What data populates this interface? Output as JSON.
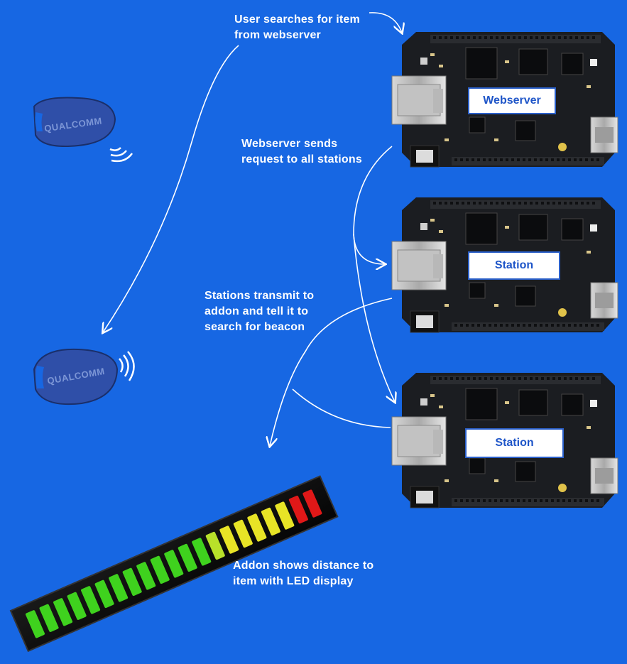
{
  "captions": {
    "step1_line1": "User searches for item",
    "step1_line2": "from webserver",
    "step2_line1": "Webserver sends",
    "step2_line2": "request to all stations",
    "step3_line1": "Stations transmit to",
    "step3_line2": "addon and tell it to",
    "step3_line3": "search for beacon",
    "step4_line1": "Addon shows distance to",
    "step4_line2": "item with LED display"
  },
  "boards": {
    "webserver": "Webserver",
    "station_1": "Station",
    "station_2": "Station"
  },
  "beacon": {
    "brand": "QUALCOMM",
    "color": "#2f4fa8"
  },
  "led_display": {
    "segments_total": 21,
    "levels": [
      "green",
      "green",
      "green",
      "green",
      "green",
      "green",
      "green",
      "green",
      "green",
      "green",
      "green",
      "green",
      "green",
      "yellow-green",
      "yellow",
      "yellow",
      "yellow",
      "yellow",
      "yellow",
      "red",
      "red"
    ]
  },
  "colors": {
    "background": "#1767e3",
    "arrow": "#ffffff",
    "board": "#1b1d21",
    "label_text": "#1e55c8"
  }
}
